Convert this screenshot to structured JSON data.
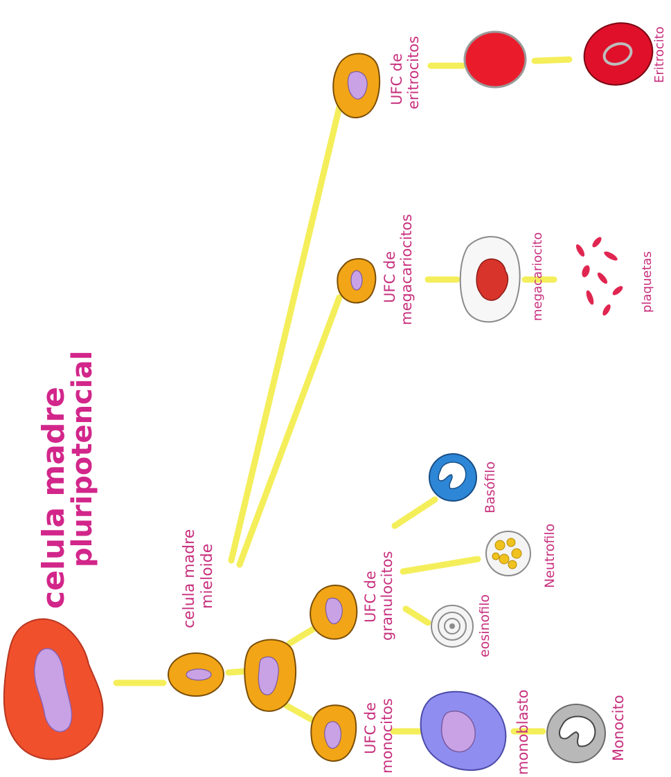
{
  "diagram": {
    "title_line1": "celula madre",
    "title_line2": "pluripotencial",
    "myeloid_label_line1": "celula madre",
    "myeloid_label_line2": "mieloide",
    "cfu_monocytes_line1": "UFC de",
    "cfu_monocytes_line2": "monocitos",
    "cfu_granulocytes_line1": "UFC de",
    "cfu_granulocytes_line2": "granulocitos",
    "cfu_megakaryocytes_line1": "UFC de",
    "cfu_megakaryocytes_line2": "megacariocitos",
    "cfu_erythrocytes_line1": "UFC de",
    "cfu_erythrocytes_line2": "eritrocitos",
    "monoblast": "monoblasto",
    "monocyte": "Monocito",
    "eosinophil": "eosinofilo",
    "neutrophil": "Neutrofilo",
    "basophil": "Basófilo",
    "megakaryocyte": "megacariocito",
    "platelets": "plaquetas",
    "erythrocyte": "Eritrocito"
  },
  "colors": {
    "stem_cell": "#f0502c",
    "stem_nucleus": "#c9a2e6",
    "progenitor": "#f2a516",
    "connector": "#f4ee5a",
    "label_pink": "#c8307e",
    "monoblast": "#8f8ef0",
    "monocyte": "#b8b8b8",
    "basophil": "#2e86d6",
    "neutrophil_granules": "#f0c21e",
    "megakaryocyte": "#d8342c",
    "platelets": "#e02650",
    "erythrocyte": "#e0102a"
  }
}
